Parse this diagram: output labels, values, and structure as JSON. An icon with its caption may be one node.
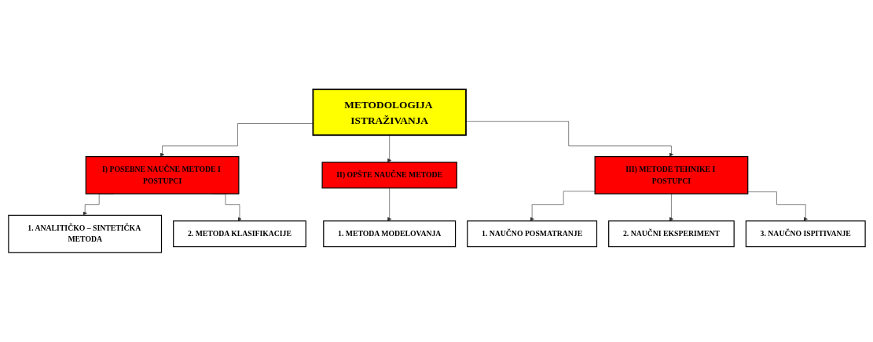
{
  "diagram": {
    "nodes": [
      {
        "text": [
          "METODOLOGIJA ISTRAŽIVANJA"
        ]
      },
      {
        "text": [
          "I) POSEBNE NAUČNE METODE I POSTUPCI"
        ]
      },
      {
        "text": [
          "II) OPŠTE NAUČNE METODE"
        ]
      },
      {
        "text": [
          "III) METODE TEHNIKE I POSTUPCI"
        ]
      },
      {
        "text": [
          "1. ANALITIČKO – SINTETIČKA METODA"
        ]
      },
      {
        "text": [
          "2. METODA KLASIFIKACIJE"
        ]
      },
      {
        "text": [
          "1. METODA MODELOVANJA"
        ]
      },
      {
        "text": [
          "1. NAUČNO POSMATRANJE"
        ]
      },
      {
        "text": [
          "2. NAUČNI EKSPERIMENT"
        ]
      },
      {
        "text": [
          "3. NAUČNO ISPITIVANJE"
        ]
      }
    ],
    "edges": [
      {
        "from": 0,
        "to": 1,
        "arrow": "to"
      },
      {
        "from": 0,
        "to": 2,
        "arrow": "to"
      },
      {
        "from": 0,
        "to": 3,
        "arrow": "to"
      },
      {
        "from": 1,
        "to": 4,
        "arrow": "to"
      },
      {
        "from": 1,
        "to": 5,
        "arrow": "to"
      },
      {
        "from": 2,
        "to": 6,
        "arrow": "to"
      },
      {
        "from": 3,
        "to": 7,
        "arrow": "to"
      },
      {
        "from": 3,
        "to": 8,
        "arrow": "to"
      },
      {
        "from": 3,
        "to": 9,
        "arrow": "to"
      }
    ]
  }
}
